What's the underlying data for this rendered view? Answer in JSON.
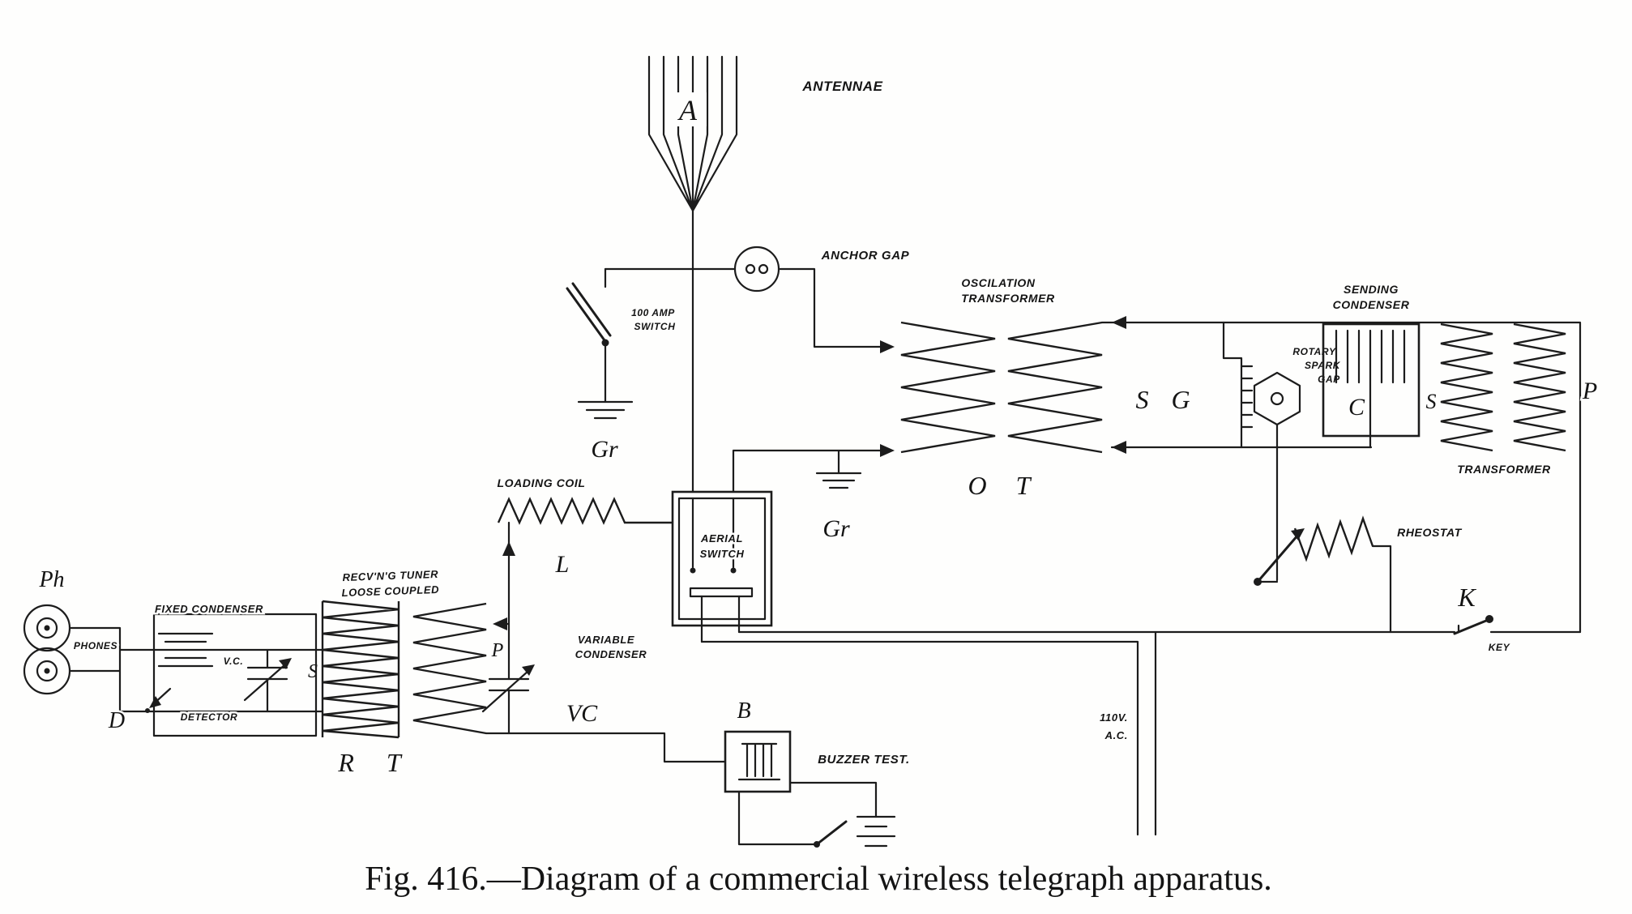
{
  "schematic": {
    "antenna": {
      "label": "ANTENNAE",
      "letter": "A"
    },
    "anchor_gap": {
      "label": "ANCHOR GAP"
    },
    "switch_100amp": {
      "line1": "100 AMP",
      "line2": "SWITCH"
    },
    "ground_switch": "Gr",
    "ground_oscillation": "Gr",
    "oscillation_transformer": {
      "line1": "OSCILATION",
      "line2": "TRANSFORMER",
      "letters": "O T"
    },
    "sending_condenser": {
      "line1": "SENDING",
      "line2": "CONDENSER",
      "letter": "C"
    },
    "rotary_spark_gap": {
      "line1": "ROTARY",
      "line2": "SPARK",
      "line3": "GAP",
      "letters": "S G"
    },
    "power_transformer": {
      "label": "TRANSFORMER",
      "secondary": "S",
      "primary": "P"
    },
    "rheostat": {
      "label": "RHEOSTAT"
    },
    "key": {
      "label": "KEY",
      "letter": "K"
    },
    "mains": {
      "line1": "110V.",
      "line2": "A.C."
    },
    "aerial_switch": {
      "line1": "AERIAL",
      "line2": "SWITCH"
    },
    "loading_coil": {
      "label": "LOADING COIL",
      "letter": "L"
    },
    "variable_condenser": {
      "line1": "VARIABLE",
      "line2": "CONDENSER",
      "letters": "VC"
    },
    "buzzer": {
      "label": "BUZZER TEST.",
      "letter": "B"
    },
    "receiving_tuner": {
      "line1": "RECV'N'G TUNER",
      "line2": "LOOSE COUPLED",
      "letters": "R T",
      "primary": "S",
      "secondary": "P"
    },
    "receiver_condenser": {
      "label": "V.C."
    },
    "fixed_condenser": {
      "label": "FIXED CONDENSER"
    },
    "phones": {
      "label": "PHONES",
      "letters": "Ph"
    },
    "detector": {
      "label": "DETECTOR",
      "letter": "D"
    }
  },
  "caption": "Fig. 416.—Diagram of a commercial wireless telegraph apparatus."
}
